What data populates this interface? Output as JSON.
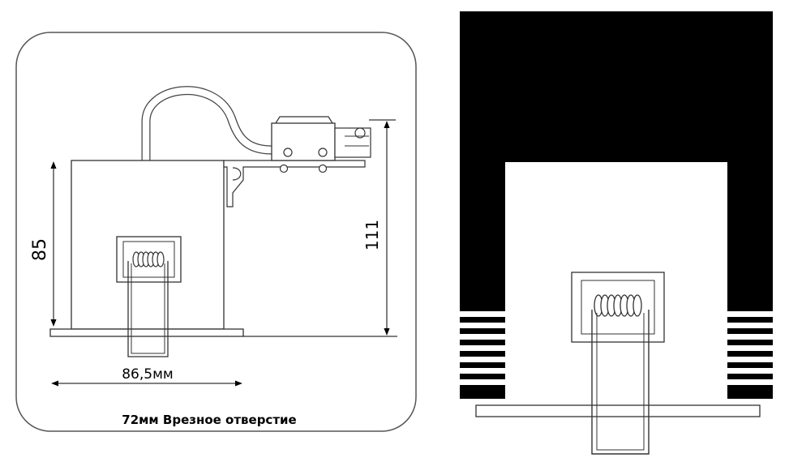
{
  "diagram": {
    "left_panel": {
      "dimension_height": "85",
      "dimension_total_height": "111",
      "dimension_width": "86,5мм",
      "caption": "72мм Врезное отверстие"
    },
    "colors": {
      "line": "#333333",
      "ink": "#000000",
      "panel_border": "#555555",
      "background": "#ffffff"
    }
  }
}
